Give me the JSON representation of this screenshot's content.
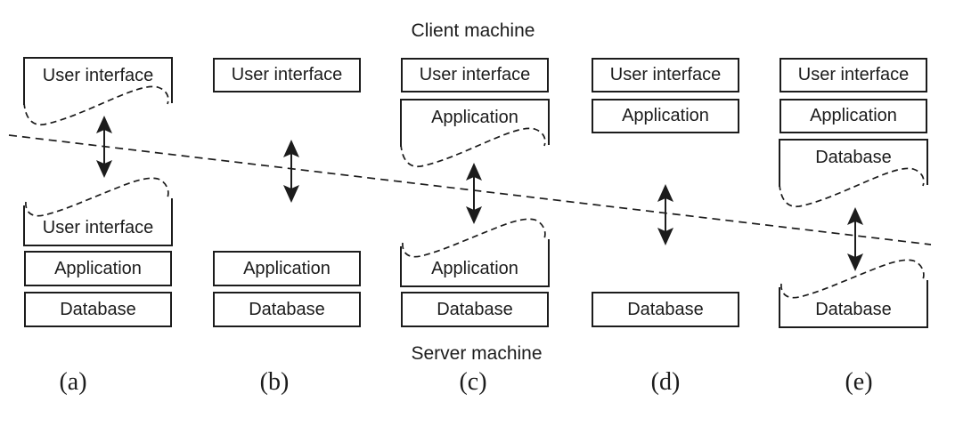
{
  "palette": {
    "ink": "#1c1c1c",
    "background": "#ffffff"
  },
  "labels": {
    "client_machine": "Client machine",
    "server_machine": "Server machine"
  },
  "columns": [
    {
      "label": "(a)",
      "client_boxes": [
        {
          "text": "User interface",
          "split": true
        }
      ],
      "server_boxes": [
        {
          "text": "User interface",
          "split": true
        },
        {
          "text": "Application",
          "split": false
        },
        {
          "text": "Database",
          "split": false
        }
      ]
    },
    {
      "label": "(b)",
      "client_boxes": [
        {
          "text": "User interface",
          "split": false
        }
      ],
      "server_boxes": [
        {
          "text": "Application",
          "split": false
        },
        {
          "text": "Database",
          "split": false
        }
      ]
    },
    {
      "label": "(c)",
      "client_boxes": [
        {
          "text": "User interface",
          "split": false
        },
        {
          "text": "Application",
          "split": true
        }
      ],
      "server_boxes": [
        {
          "text": "Application",
          "split": true
        },
        {
          "text": "Database",
          "split": false
        }
      ]
    },
    {
      "label": "(d)",
      "client_boxes": [
        {
          "text": "User interface",
          "split": false
        },
        {
          "text": "Application",
          "split": false
        }
      ],
      "server_boxes": [
        {
          "text": "Database",
          "split": false
        }
      ]
    },
    {
      "label": "(e)",
      "client_boxes": [
        {
          "text": "User interface",
          "split": false
        },
        {
          "text": "Application",
          "split": false
        },
        {
          "text": "Database",
          "split": true
        }
      ],
      "server_boxes": [
        {
          "text": "Database",
          "split": true
        }
      ]
    }
  ]
}
